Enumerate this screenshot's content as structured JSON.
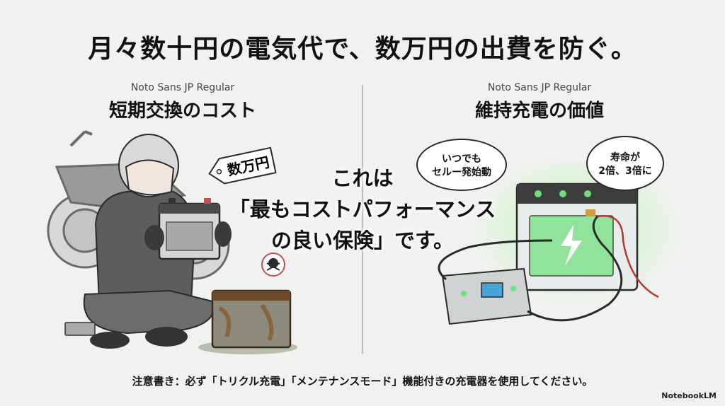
{
  "title": "月々数十円の電気代で、数万円の出費を防ぐ。",
  "left": {
    "font_note": "Noto Sans JP Regular",
    "heading": "短期交換のコスト",
    "price_tag": "数万円"
  },
  "right": {
    "font_note": "Noto Sans JP Regular",
    "heading": "維持充電の価値",
    "bubble1": [
      "いつでも",
      "セルー発始動"
    ],
    "bubble2": [
      "寿命が",
      "2倍、3倍に"
    ]
  },
  "center": [
    "これは",
    "「最もコストパフォーマンス",
    "の良い保険」です。"
  ],
  "footer": "注意書き：必ず「トリクル充電」「メンテナンスモード」機能付きの充電器を使用してください。",
  "brand": "NotebookLM",
  "colors": {
    "background": "#f1f2f0",
    "glow": "#6fe07a",
    "rust": "#8a5a2a",
    "text": "#111111"
  },
  "icons": [
    "motorcycle",
    "helmet-rider",
    "skull-icon",
    "battery-icon",
    "charger-icon",
    "lightning-icon",
    "price-tag"
  ]
}
